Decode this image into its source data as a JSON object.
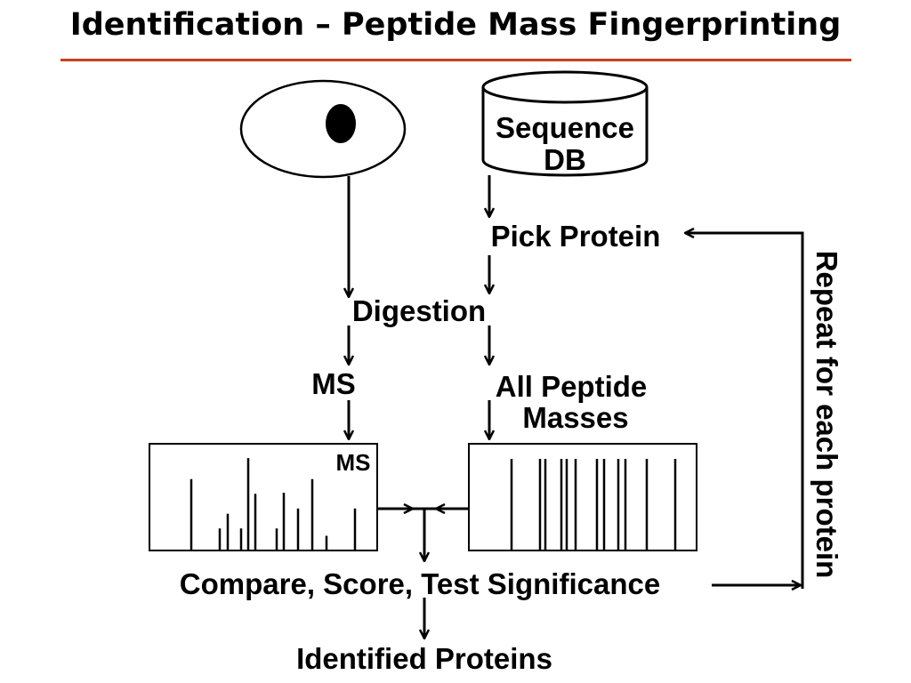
{
  "title": "Identification – Peptide Mass Fingerprinting",
  "colors": {
    "rule": "#c8401c",
    "ink": "#000000"
  },
  "nodes": {
    "database_line1": "Sequence",
    "database_line2": "DB",
    "pick_protein": "Pick Protein",
    "digestion": "Digestion",
    "ms": "MS",
    "all_peptide_line1": "All Peptide",
    "all_peptide_line2": "Masses",
    "spectrum_label": "MS",
    "compare": "Compare, Score, Test Significance",
    "identified": "Identified Proteins",
    "repeat": "Repeat for each protein"
  },
  "icons": {
    "gel_spot": "gel-spot-icon",
    "database": "database-cylinder-icon"
  },
  "spectra": {
    "experimental_peaks": [
      0.68,
      0.21,
      0.35,
      0.21,
      0.88,
      0.54,
      0.21,
      0.55,
      0.4,
      0.68,
      0.14,
      0.4
    ],
    "theoretical_peaks": [
      1,
      1,
      1,
      1,
      1,
      1,
      1,
      1,
      1,
      1,
      1,
      1
    ]
  }
}
